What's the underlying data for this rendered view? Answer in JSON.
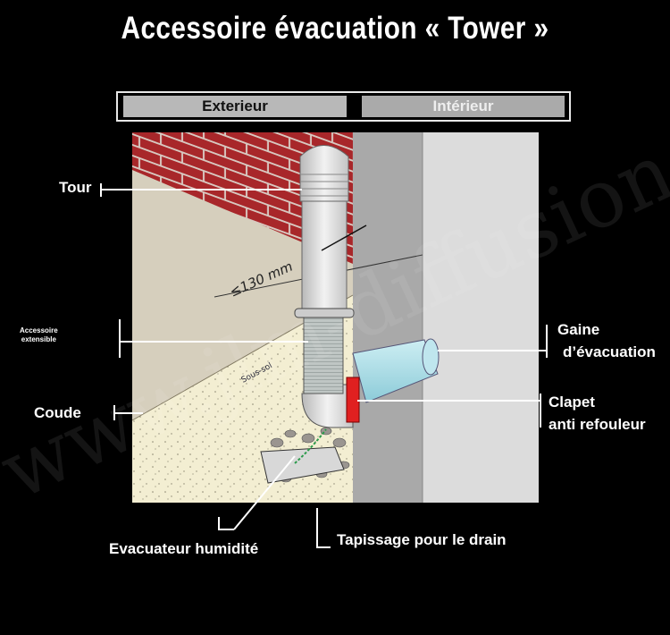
{
  "title": "Accessoire  évacuation  « Tower »",
  "tabs": {
    "exterior": "Exterieur",
    "interior": "Intérieur"
  },
  "labels": {
    "tour": "Tour",
    "accessoire_line1": "Accessoire",
    "accessoire_line2": "extensible",
    "coude": "Coude",
    "gaine_line1": "Gaine",
    "gaine_line2": "d’évacuation",
    "clapet_line1": "Clapet",
    "clapet_line2": "anti refouleur",
    "evacuateur": "Evacuateur humidité",
    "tapissage": "Tapissage pour le drain",
    "dimension": "≤130 mm",
    "sous_sol": "Sous-sol"
  },
  "watermark": "www.jlm-diffusion",
  "colors": {
    "brick": "#a8272a",
    "soil": "#d6cfbd",
    "gravel": "#f4efcf",
    "wall": "#a9a9a9",
    "interior": "#dcdcdc",
    "clapet": "#e02020",
    "duct": "#a8dce6"
  }
}
